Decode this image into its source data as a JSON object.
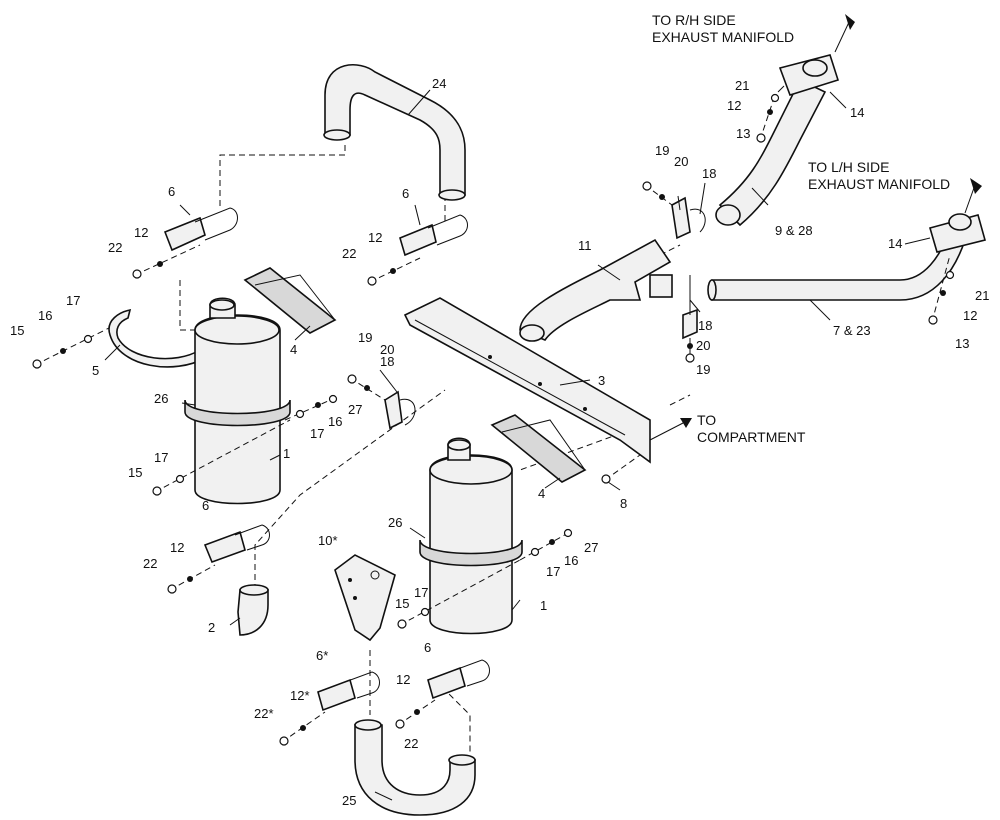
{
  "annotations": {
    "rh_manifold_1": "TO R/H SIDE",
    "rh_manifold_2": "EXHAUST MANIFOLD",
    "lh_manifold_1": "TO L/H SIDE",
    "lh_manifold_2": "EXHAUST MANIFOLD",
    "compartment_1": "TO",
    "compartment_2": "COMPARTMENT"
  },
  "callouts": {
    "c24": "24",
    "c21a": "21",
    "c12a": "12",
    "c14a": "14",
    "c13a": "13",
    "c19a": "19",
    "c20a": "20",
    "c18a": "18",
    "c9_28": "9 & 28",
    "c14b": "14",
    "c21b": "21",
    "c12b": "12",
    "c13b": "13",
    "c7_23": "7 & 23",
    "c11": "11",
    "c18b": "18",
    "c20b": "20",
    "c19b": "19",
    "c3": "3",
    "c6a": "6",
    "c12c": "12",
    "c22a": "22",
    "c6b": "6",
    "c12d": "12",
    "c22b": "22",
    "c17a": "17",
    "c16a": "16",
    "c15a": "15",
    "c5": "5",
    "c4a": "4",
    "c19c": "19",
    "c20c": "20",
    "c18c": "18",
    "c26a": "26",
    "c17b": "17",
    "c16b": "16",
    "c27a": "27",
    "c15b": "15",
    "c17c": "17",
    "c1a": "1",
    "c4b": "4",
    "c8": "8",
    "c6c": "6",
    "c12e": "12",
    "c22c": "22",
    "c10": "10*",
    "c26b": "26",
    "c2": "2",
    "c15c": "15",
    "c17d": "17",
    "c17e": "17",
    "c16c": "16",
    "c27b": "27",
    "c1b": "1",
    "c6d": "6*",
    "c6e": "6",
    "c12f": "12*",
    "c22d": "22*",
    "c12g": "12",
    "c22e": "22",
    "c25": "25"
  }
}
